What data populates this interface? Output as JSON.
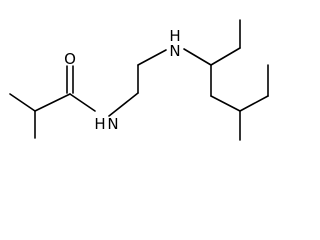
{
  "molecule": {
    "atoms": {
      "oxygen": "O",
      "amide_nitrogen": "N",
      "amide_hydrogen": "H",
      "amine_nitrogen": "N",
      "amine_hydrogen": "H"
    }
  },
  "colors": {
    "bond": "#000000",
    "background": "#ffffff"
  }
}
